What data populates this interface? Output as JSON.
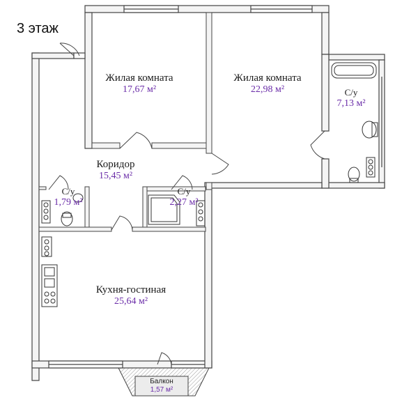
{
  "floor_label": "3 этаж",
  "rooms": [
    {
      "key": "living1",
      "name": "Жилая комната",
      "area": "17,67 м²"
    },
    {
      "key": "living2",
      "name": "Жилая комната",
      "area": "22,98 м²"
    },
    {
      "key": "bath1",
      "name": "С/у",
      "area": "7,13 м²"
    },
    {
      "key": "corridor",
      "name": "Коридор",
      "area": "15,45 м²"
    },
    {
      "key": "bath2",
      "name": "С/у",
      "area": "1,79 м²"
    },
    {
      "key": "bath3",
      "name": "С/у",
      "area": "2,27 м²"
    },
    {
      "key": "kitchen",
      "name": "Кухня-гостиная",
      "area": "25,64 м²"
    },
    {
      "key": "balcony",
      "name": "Балкон",
      "area": "1,57 м²"
    }
  ],
  "colors": {
    "wall": "#444444",
    "label": "#1a1a1a",
    "area": "#6a2ca8"
  }
}
